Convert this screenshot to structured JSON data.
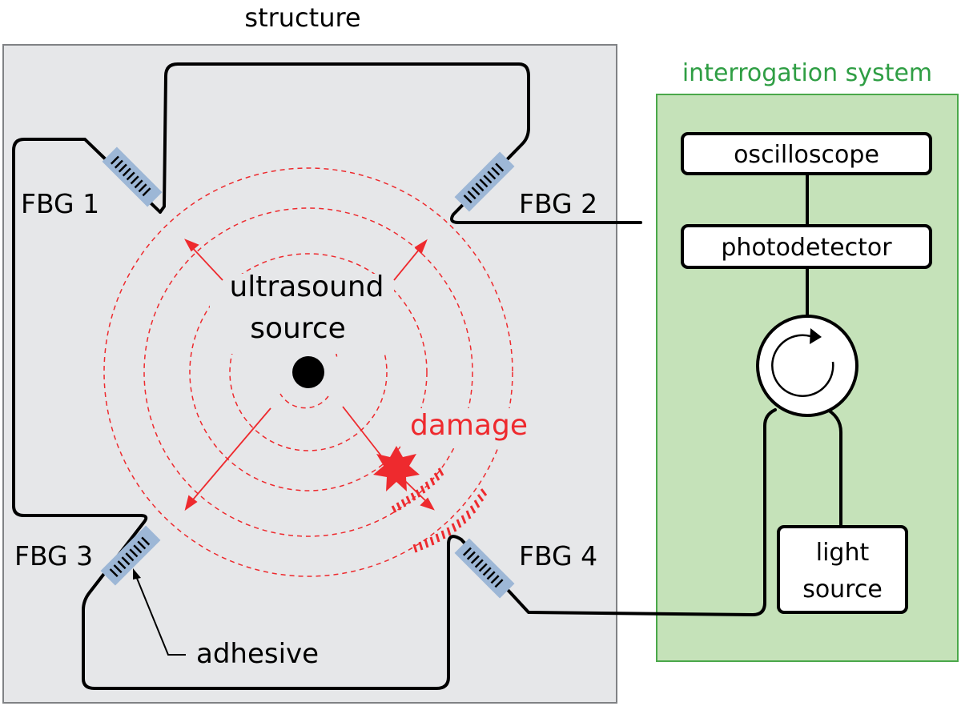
{
  "labels": {
    "structure": "structure",
    "interrogation_system": "interrogation system",
    "fbg1": "FBG 1",
    "fbg2": "FBG 2",
    "fbg3": "FBG 3",
    "fbg4": "FBG 4",
    "ultrasound_line1": "ultrasound",
    "ultrasound_line2": "source",
    "damage": "damage",
    "adhesive": "adhesive",
    "oscilloscope": "oscilloscope",
    "photodetector": "photodetector",
    "light_line1": "light",
    "light_line2": "source"
  },
  "colors": {
    "structure_fill": "#e6e7e9",
    "structure_stroke": "#808285",
    "interrogation_fill": "#c5e2b9",
    "interrogation_stroke": "#4aa84a",
    "interrogation_text": "#2f9e44",
    "adhesive_fill": "#9db7d6",
    "red": "#ee2a2e",
    "black": "#000000"
  }
}
